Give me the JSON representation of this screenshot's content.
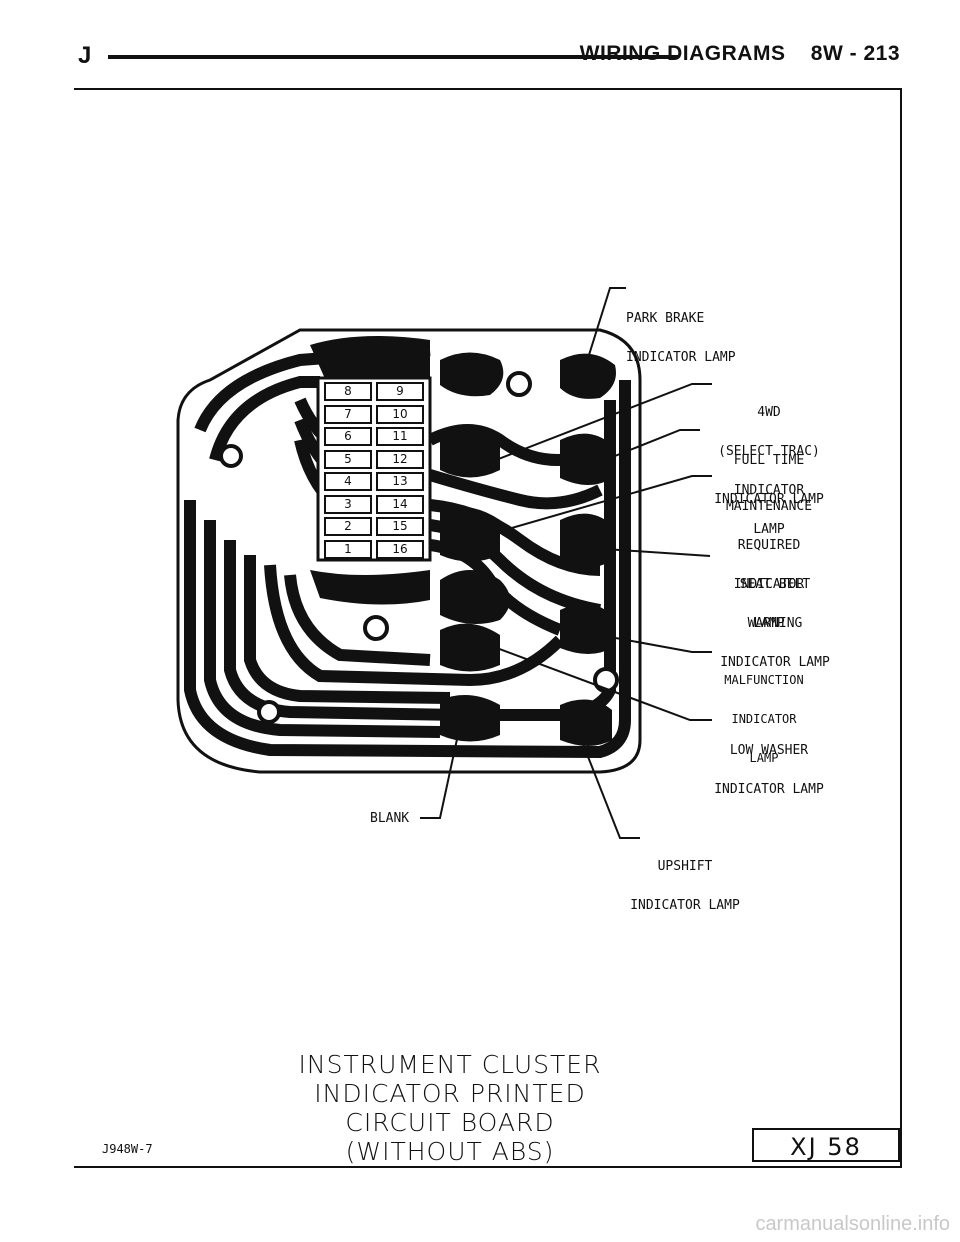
{
  "header": {
    "letter": "J",
    "title": "WIRING DIAGRAMS    8W - 213"
  },
  "labels": {
    "park_brake": [
      "PARK BRAKE",
      "INDICATOR LAMP"
    ],
    "fourwd": [
      "4WD",
      "(SELECT TRAC)",
      "INDICATOR",
      "LAMP"
    ],
    "full_time": [
      "FULL TIME",
      "INDICATOR LAMP"
    ],
    "maintenance": [
      "MAINTENANCE",
      "REQUIRED",
      "INDICATOR",
      "LAMP"
    ],
    "seat_belt": [
      "SEAT BELT",
      "WARNING",
      "INDICATOR LAMP"
    ],
    "malfunction": [
      "MALFUNCTION",
      "INDICATOR",
      "LAMP"
    ],
    "low_washer": [
      "LOW WASHER",
      "INDICATOR LAMP"
    ],
    "blank": "BLANK",
    "upshift": [
      "UPSHIFT",
      "INDICATOR LAMP"
    ]
  },
  "pins_left": [
    "8",
    "7",
    "6",
    "5",
    "4",
    "3",
    "2",
    "1"
  ],
  "pins_right": [
    "9",
    "10",
    "11",
    "12",
    "13",
    "14",
    "15",
    "16"
  ],
  "caption": [
    "INSTRUMENT CLUSTER",
    "INDICATOR PRINTED",
    "CIRCUIT BOARD",
    "(WITHOUT ABS)"
  ],
  "figure_id": "J948W-7",
  "page_ref": "XJ 58",
  "watermark": "carmanualsonline.info"
}
